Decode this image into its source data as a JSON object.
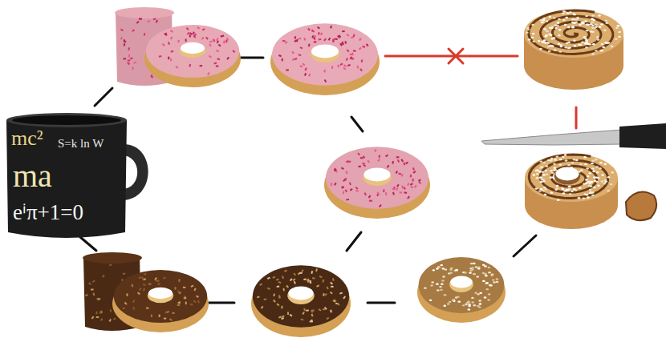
{
  "diagram": {
    "labels": [
      "mc²",
      "ma",
      "S=k ln W",
      "eⁱπ+1=0"
    ]
  }
}
